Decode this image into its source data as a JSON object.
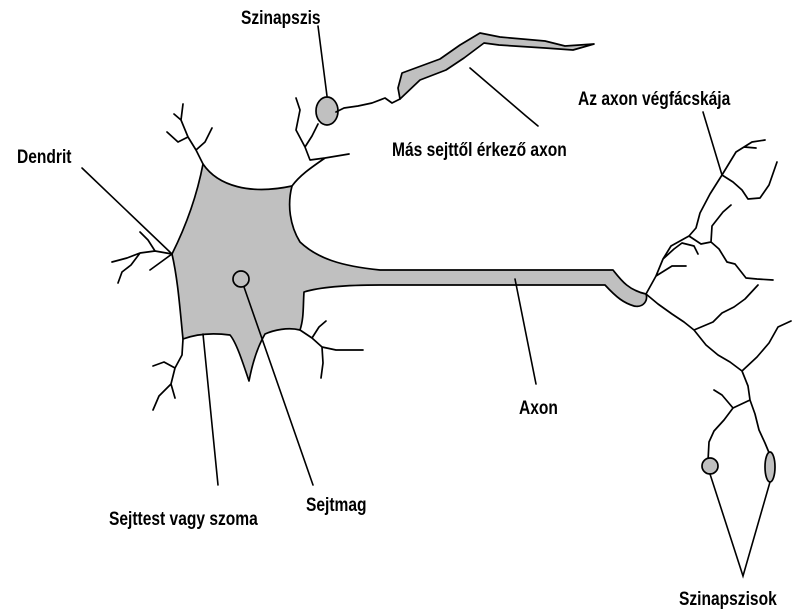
{
  "labels": {
    "szinapszis": "Szinapszis",
    "mas_sejttol_axon": "Más sejttől érkező axon",
    "axon_vegfacskaja": "Az axon végfácskája",
    "dendrit": "Dendrit",
    "axon": "Axon",
    "sejttest": "Sejttest vagy szoma",
    "sejtmag": "Sejtmag",
    "szinapszisok": "Szinapszisok"
  },
  "colors": {
    "fill": "#c0c0c0",
    "stroke": "#000000",
    "background": "#ffffff"
  }
}
